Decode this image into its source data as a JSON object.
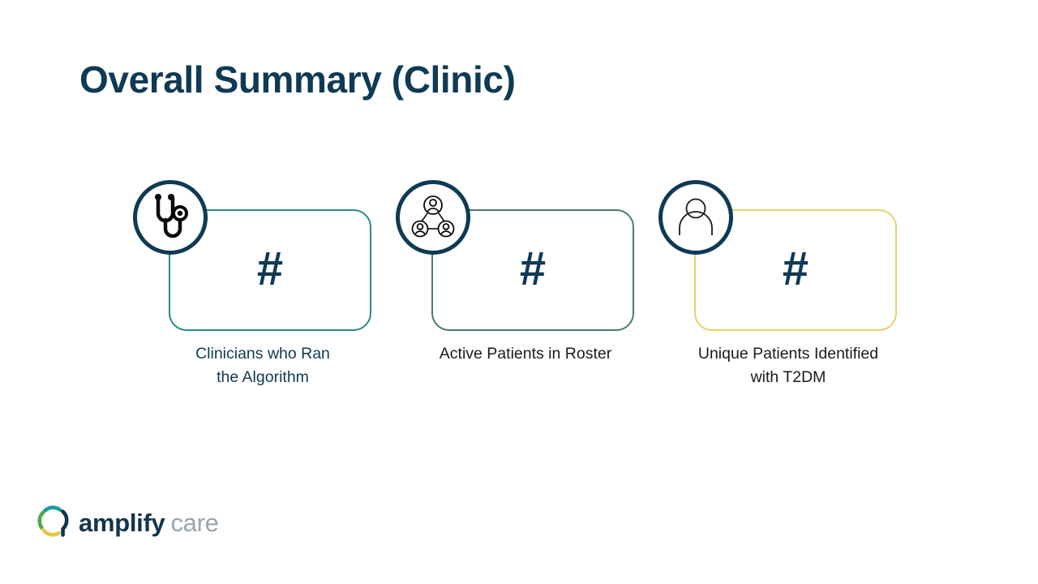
{
  "slide": {
    "title": "Overall Summary (Clinic)",
    "background_color": "#ffffff",
    "title_color": "#0e3a54"
  },
  "cards": [
    {
      "id": "clinicians-ran-algorithm",
      "icon": "stethoscope-icon",
      "value": "#",
      "caption_line1": "Clinicians who Ran",
      "caption_line2": "the Algorithm",
      "border_color": "#2a8a8c",
      "badge_color": "#0e3a54",
      "value_color": "#0e3a54",
      "caption_color": "#0e3a54"
    },
    {
      "id": "active-patients-roster",
      "icon": "people-network-icon",
      "value": "#",
      "caption_line1": "Active Patients in Roster",
      "caption_line2": "",
      "border_color": "#4a7b68",
      "badge_color": "#0e3a54",
      "value_color": "#0e3a54",
      "caption_color": "#1a1a1a"
    },
    {
      "id": "unique-patients-t2dm",
      "icon": "person-icon",
      "value": "#",
      "caption_line1": "Unique Patients Identified",
      "caption_line2": "with T2DM",
      "border_color": "#e2d268",
      "badge_color": "#0e3a54",
      "value_color": "#0e3a54",
      "caption_color": "#1a1a1a"
    }
  ],
  "logo": {
    "mark": "amplify-care-mark-icon",
    "word_primary": "amplify",
    "word_secondary": "care",
    "colors": {
      "arc_teal": "#1f9a9a",
      "arc_green": "#52a849",
      "arc_yellow": "#e3c84e",
      "stem_navy": "#13344d",
      "word_primary": "#13344d",
      "word_secondary": "#9aa5ad"
    }
  }
}
